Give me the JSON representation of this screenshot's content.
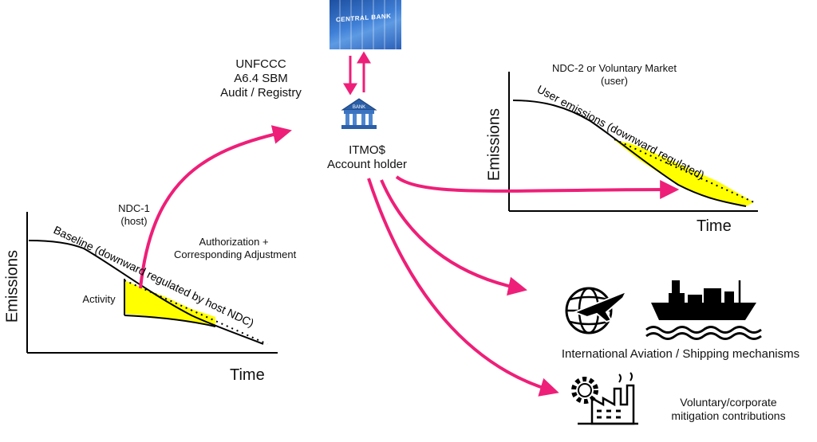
{
  "central_bank": {
    "label": "CENTRAL BANK"
  },
  "unfccc": {
    "line1": "UNFCCC",
    "line2": "A6.4 SBM",
    "line3": "Audit / Registry"
  },
  "bank_icon": {
    "label": "BANK"
  },
  "itmo": {
    "line1": "ITMO$",
    "line2": "Account holder"
  },
  "host": {
    "title_line1": "NDC-1",
    "title_line2": "(host)",
    "baseline_label": "Baseline (downward regulated by host NDC)",
    "activity_label": "Activity",
    "y_title": "Emissions",
    "x_title": "Time"
  },
  "auth": {
    "line1": "Authorization +",
    "line2": "Corresponding Adjustment"
  },
  "user": {
    "title_line1": "NDC-2 or Voluntary Market",
    "title_line2": "(user)",
    "emissions_label": "User emissions (downward regulated)",
    "y_title": "Emissions",
    "x_title": "Time"
  },
  "aviation": {
    "label": "International Aviation / Shipping mechanisms"
  },
  "voluntary": {
    "line1": "Voluntary/corporate",
    "line2": "mitigation contributions"
  },
  "colors": {
    "arrow": "#ee1f78",
    "fill": "#ffff00",
    "line": "#000000"
  },
  "icons": [
    "globe-airplane-icon",
    "ship-icon",
    "factory-gear-icon",
    "bank-building-icon"
  ]
}
